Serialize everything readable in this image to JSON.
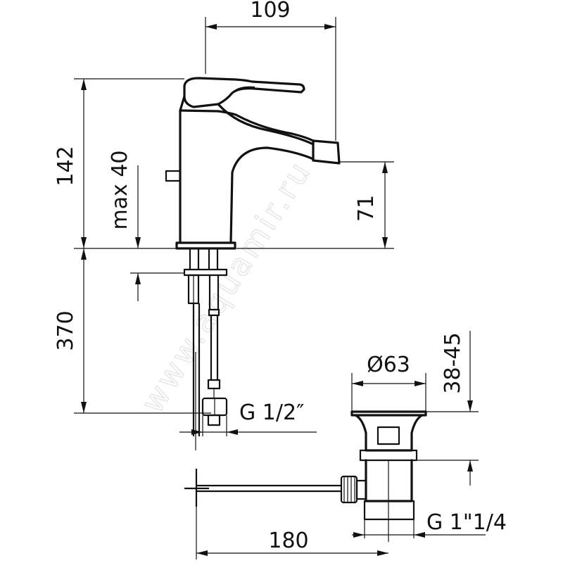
{
  "dimensions": {
    "width_top": "109",
    "height_total": "142",
    "max_40": "max 40",
    "spout_height": "71",
    "hose_length": "370",
    "inlet_thread": "G 1/2″",
    "waste_diameter": "Ø63",
    "waste_height": "38-45",
    "waste_rod": "180",
    "waste_thread": "G 1\"1/4"
  },
  "watermark": "www.aquamir.ru"
}
